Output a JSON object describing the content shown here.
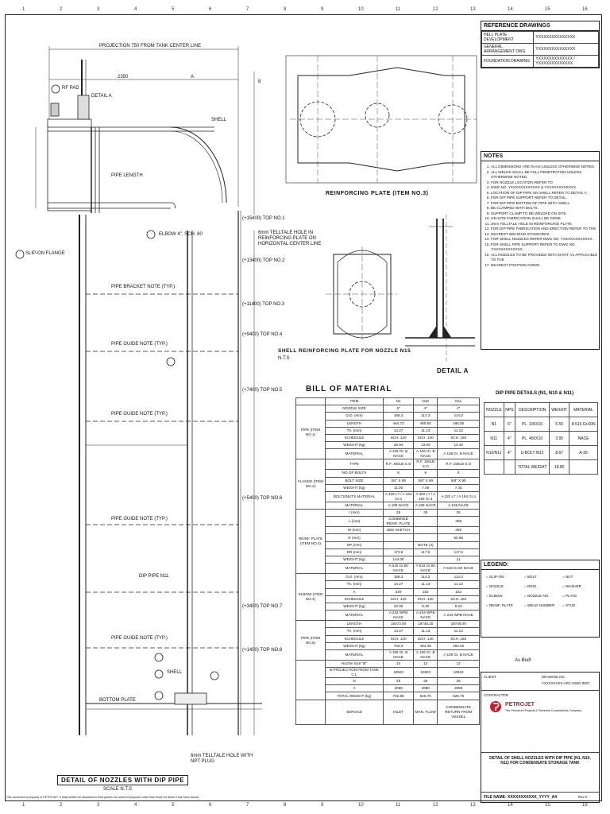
{
  "reference": {
    "title": "REFERENCE DRAWINGS",
    "rows": [
      {
        "label": "HELL PLATE DEVELOPMENT",
        "value": "YXXXXXXXXXXXXXX"
      },
      {
        "label": "GENERAL ARRANGEMENT DWG",
        "value": "YXXXXXXXXXXXXXX"
      },
      {
        "label": "FOUNDATION DRAWING",
        "value": "YXXXXXXXXXXXXX / YXXXXXXXXXXXXX"
      }
    ]
  },
  "notes": {
    "title": "NOTES",
    "items": [
      "ALL DIMENSIONS ARE IN mm UNLESS OTHERWISE NOTED.",
      "ALL WELDS SHALL BE FULL PENETRATION UNLESS OTHERWISE NOTED.",
      "FOR NOZZLE LOCATION REFER TO",
      "DWG NO. YXXXXXXXXXXXX & YXXXXXXXXXXXX",
      "LOCATION OF DIP PIPE ON SHELL REFER TO DETAIL A.",
      "FOR DIP PIPE SUPPORT REFER TO DETAIL.",
      "FOR DIP PIPE BOTTOM OF PIPE WITH SHELL",
      "BE CLAMPED WITH BOLTS.",
      "SUPPORT CLAMP TO BE WELDED ON SITE.",
      "ON-SITE FABRICATION SHALL BE DONE.",
      "3mm TELLTALE HOLE IN REINFORCING PLATE.",
      "FOR DIP PIPE FABRICATION AND ERECTION REFER TO THE",
      "NEAREST WELDING STANDARDS.",
      "FOR SHELL NOZZLES REFER DWG NO. YXXXXXXXXXXXX.",
      "FOR SHELL PIPE SUPPORT REFER TO DWG NO. YXXXXXXXXXXXX.",
      "ALL NOZZLES TO BE PROVIDED WITH DAVIT AS APPLICABLE TO THE",
      "NEAREST POSITION GOING."
    ]
  },
  "drawing": {
    "main_title": "DETAIL OF NOZZLES WITH DIP PIPE",
    "main_scale": "SCALE N.T.S",
    "projection_label": "PROJECTION 750 FROM TANK CENTER LINE",
    "reinf_title": "REINFORCING PLATE (ITEM NO.3)",
    "shell_title": "SHELL REINFORCING PLATE FOR NOZZLE N15",
    "shell_scale": "N.T.S",
    "detail_a": "DETAIL A",
    "detail_a_ref": "DETAIL A",
    "telltale_note": "6mm TELLTALE HOLE IN REINFORCING PLATE ON HORIZONTAL CENTER LINE",
    "telltale_bottom": "6mm TELLTALE HOLE WITH NPT PLUG",
    "dim_2350": "2350",
    "dim_a": "A",
    "dim_8": "8",
    "elbow_note": "ELBOW 4\", SCH. 80",
    "shell_label": "SHELL",
    "dip_pipe_label": "DIP PIPE N11",
    "shell_plate_label": "SHELL",
    "bottom_plate": "BOTTOM PLATE",
    "slip_flange": "SLIP-ON FLANGE",
    "rf_pad": "RF PAD",
    "pipe_length": "PIPE LENGTH",
    "shell_plates": [
      "PIPE BRACKET NOTE (TYP.)",
      "PIPE GUIDE NOTE (TYP.)",
      "PIPE GUIDE NOTE (TYP.)",
      "PIPE GUIDE NOTE (TYP.)",
      "PIPE GUIDE NOTE (TYP.)"
    ],
    "elevations": [
      "(+15400) TOP NO.1",
      "(+13400) TOP NO.2",
      "(+11400) TOP NO.3",
      "(+9400) TOP NO.4",
      "(+7400) TOP NO.5",
      "(+5400) TOP NO.6",
      "(+3400) TOP NO.7",
      "(+1400) TOP NO.8"
    ]
  },
  "bom": {
    "title": "BILL OF MATERIAL",
    "cols": [
      "ITEM",
      "N1",
      "N10",
      "N11"
    ],
    "groups": [
      {
        "name": "PIPE (ITEM NO.1)",
        "rows": [
          [
            "NOZZLE SIZE",
            "6\"",
            "4\"",
            "4\""
          ],
          [
            "O.D. (mm)",
            "168.3",
            "114.3",
            "114.3"
          ],
          [
            "LENGTH",
            "464.73",
            "485.50",
            "485.50"
          ],
          [
            "Th. (mm)",
            "14.27",
            "11.13",
            "11.13"
          ],
          [
            "SCHEDULE",
            "SCH. 120",
            "SCH. 120",
            "SCH. 160"
          ],
          [
            "WEIGHT (kg)",
            "25.94",
            "13.00",
            "13.40"
          ],
          [
            "MATERIAL",
            "A 106 Gr. B NACE",
            "A 106 Gr. B NACE",
            "A 106 Gr. B NACE"
          ]
        ]
      },
      {
        "name": "FLANGE (ITEM NO.2)",
        "rows": [
          [
            "TYPE",
            "R.F. 300LB S.O",
            "R.F. 150LB S.O",
            "R.F. 150LB S.O"
          ],
          [
            "NO.OF BOLTS",
            "8",
            "8",
            "8"
          ],
          [
            "BOLT SIZE",
            "3/4\" X 85",
            "5/8\" X 90",
            "5/8\" X 90"
          ],
          [
            "WEIGHT (kg)",
            "11.00",
            "7.45",
            "7.45"
          ],
          [
            "BOLTS/NUTS MATERIAL",
            "A 320 L7 / A 194 Gr.4",
            "A 320 L7 / A 194 Gr.4",
            "A 320 L7 / A 194 Gr.4"
          ],
          [
            "MATERIAL",
            "A 105 NACE",
            "A 105 NACE",
            "A 105 NACE"
          ]
        ]
      },
      {
        "name": "REINF. PLATE (ITEM NO.3)",
        "rows": [
          [
            "t (mm)",
            "25",
            "25",
            "25"
          ],
          [
            "L (mm)",
            "COMBINED REINF. PLATE",
            "",
            "305"
          ],
          [
            "W (mm)",
            "SEE SKETCH",
            "",
            "305"
          ],
          [
            "R (mm)",
            "",
            "",
            "50.65"
          ],
          [
            "DP (mm)",
            "",
            "NOTE (4)",
            ""
          ],
          [
            "DR (mm)",
            "173.5",
            "117.5",
            "117.5"
          ],
          [
            "WEIGHT (kg)",
            "144.00",
            "",
            "11"
          ],
          [
            "MATERIAL",
            "A 516 Gr.60 NACE",
            "A 516 Gr.60 NACE",
            "A 516 Gr.60 NACE"
          ]
        ]
      },
      {
        "name": "ELBOW (ITEM NO.4)",
        "rows": [
          [
            "O.D. (mm)",
            "168.3",
            "114.3",
            "114.3"
          ],
          [
            "Th. (mm)",
            "14.27",
            "11.13",
            "11.13"
          ],
          [
            "A",
            "229",
            "152",
            "152"
          ],
          [
            "SCHEDULE",
            "SCH. 120",
            "SCH. 120",
            "SCH. 160"
          ],
          [
            "WEIGHT (kg)",
            "20.06",
            "9.30",
            "9.20"
          ],
          [
            "MATERIAL",
            "A 234 WPB NACE",
            "A 234 WPB NACE",
            "A 234 WPB NACE"
          ]
        ]
      },
      {
        "name": "PIPE (ITEM NO.5)",
        "rows": [
          [
            "LENGTH",
            "18473.00",
            "18748.20",
            "18748.00"
          ],
          [
            "Th. (mm)",
            "14.27",
            "11.13",
            "11.13"
          ],
          [
            "SCHEDULE",
            "SCH. 120",
            "SCH. 120",
            "SCH. 160"
          ],
          [
            "WEIGHT (kg)",
            "703.3",
            "484.36",
            "494.62"
          ],
          [
            "MATERIAL",
            "A 106 Gr. B NACE",
            "A 106 Gr. B NACE",
            "A 106 Gr. B NACE"
          ]
        ]
      },
      {
        "name": "",
        "rows": [
          [
            "Nozzle Size \"B\"",
            "10",
            "12",
            "12"
          ],
          [
            "B PROJECTION FROM TANK C.L",
            "10923",
            "10923",
            "10923"
          ],
          [
            "N",
            "25",
            "25",
            "25"
          ],
          [
            "A",
            "2080",
            "2080",
            "2080"
          ],
          [
            "TOTAL WEIGHT (kg)",
            "762.89",
            "526.75",
            "526.75"
          ]
        ]
      }
    ],
    "service": {
      "label": "SERVICE",
      "values": [
        "INLET",
        "MAN. FLOW",
        "CONDENSATE RETURN FROM VESSEL"
      ]
    }
  },
  "dip_table": {
    "title": "DIP PIPE DETAILS (N1, N10 & N11)",
    "cols": [
      "NOZZLE",
      "NPS",
      "DESCRIPTION",
      "WEIGHT",
      "MATERIAL"
    ],
    "rows": [
      [
        "N1",
        "6\"",
        "PL. 100X10",
        "5.55",
        "A 516 Gr.60N"
      ],
      [
        "N11",
        "4\"",
        "PL. 450X10",
        "3.95",
        "NACE"
      ],
      [
        "N10/N11",
        "4\"",
        "U-BOLT M12",
        "8.67",
        "A-36"
      ],
      [
        "",
        "",
        "TOTAL WEIGHT",
        "18.80",
        ""
      ]
    ]
  },
  "legend": {
    "title": "LEGEND:",
    "items": [
      "= SLIP-ON",
      "= BOLT",
      "= NUT",
      "= NOZZLE",
      "= RING",
      "= WASHER",
      "= ELBOW",
      "= NOZZLE NO.",
      "= PLATE",
      "= REINF. PLATE",
      "= WELD NUMBER",
      "= STUD"
    ]
  },
  "stamp": "As Built",
  "titleblock": {
    "client": "CLIENT",
    "contractor": "CONTRACTOR",
    "contractor_name": "PETROJET",
    "contractor_sub": "The Petroleum Projects & Technical Consultations Company",
    "drawing_no_label": "DRAWING NO.",
    "drawing_no": "YXXXXXXXX-ARC-DWG-0007",
    "title": "DETAIL OF SHELL NOZZLES WITH DIP PIPE (N1, N10, N11) FOR CONDENSATE STORAGE TANK",
    "footer": "FILE NAME: XXXXXXXXXXX_YYYY_A4",
    "rev": "Rev 0"
  },
  "ruler_top": [
    "1",
    "2",
    "3",
    "4",
    "5",
    "6",
    "7",
    "8",
    "9",
    "10",
    "11",
    "12",
    "13",
    "14",
    "15",
    "16"
  ],
  "footer_left": "This document is property of PETROJET. It shall neither be disclosed to third parties nor used for purposes other than those for which it has been issued."
}
